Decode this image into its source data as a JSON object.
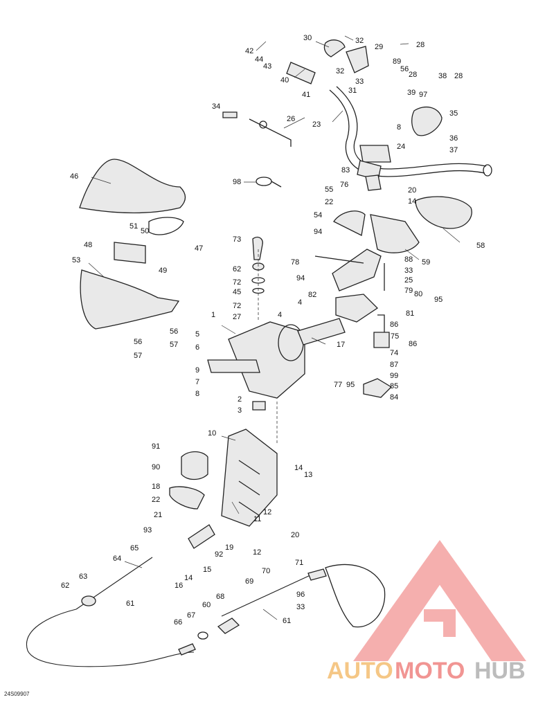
{
  "figure_code": "24S09907",
  "watermark": {
    "text_auto": "AUTO",
    "text_moto": "MOTO",
    "text_hub": "HUB",
    "colors": {
      "triangle": "#f08a88",
      "auto": "#f4c27a",
      "moto": "#f08a88",
      "hub": "#b5b5b5"
    }
  },
  "callouts": [
    {
      "id": "c30",
      "text": "30"
    },
    {
      "id": "c32a",
      "text": "32"
    },
    {
      "id": "c29",
      "text": "29"
    },
    {
      "id": "c28a",
      "text": "28"
    },
    {
      "id": "c42",
      "text": "42"
    },
    {
      "id": "c44",
      "text": "44"
    },
    {
      "id": "c43",
      "text": "43"
    },
    {
      "id": "c32b",
      "text": "32"
    },
    {
      "id": "c89",
      "text": "89"
    },
    {
      "id": "c56a",
      "text": "56"
    },
    {
      "id": "c28b",
      "text": "28"
    },
    {
      "id": "c38",
      "text": "38"
    },
    {
      "id": "c28c",
      "text": "28"
    },
    {
      "id": "c40",
      "text": "40"
    },
    {
      "id": "c33a",
      "text": "33"
    },
    {
      "id": "c31",
      "text": "31"
    },
    {
      "id": "c41",
      "text": "41"
    },
    {
      "id": "c39",
      "text": "39"
    },
    {
      "id": "c97",
      "text": "97"
    },
    {
      "id": "c34",
      "text": "34"
    },
    {
      "id": "c35",
      "text": "35"
    },
    {
      "id": "c26",
      "text": "26"
    },
    {
      "id": "c23",
      "text": "23"
    },
    {
      "id": "c8a",
      "text": "8"
    },
    {
      "id": "c36",
      "text": "36"
    },
    {
      "id": "c24",
      "text": "24"
    },
    {
      "id": "c37",
      "text": "37"
    },
    {
      "id": "c83",
      "text": "83"
    },
    {
      "id": "c46",
      "text": "46"
    },
    {
      "id": "c98",
      "text": "98"
    },
    {
      "id": "c76",
      "text": "76"
    },
    {
      "id": "c55",
      "text": "55"
    },
    {
      "id": "c20a",
      "text": "20"
    },
    {
      "id": "c22a",
      "text": "22"
    },
    {
      "id": "c14a",
      "text": "14"
    },
    {
      "id": "c54",
      "text": "54"
    },
    {
      "id": "c51",
      "text": "51"
    },
    {
      "id": "c50",
      "text": "50"
    },
    {
      "id": "c47",
      "text": "47"
    },
    {
      "id": "c58",
      "text": "58"
    },
    {
      "id": "c94a",
      "text": "94"
    },
    {
      "id": "c73",
      "text": "73"
    },
    {
      "id": "c48",
      "text": "48"
    },
    {
      "id": "c49",
      "text": "49"
    },
    {
      "id": "c88",
      "text": "88"
    },
    {
      "id": "c59",
      "text": "59"
    },
    {
      "id": "c78",
      "text": "78"
    },
    {
      "id": "c53",
      "text": "53"
    },
    {
      "id": "c62",
      "text": "62"
    },
    {
      "id": "c33b",
      "text": "33"
    },
    {
      "id": "c94b",
      "text": "94"
    },
    {
      "id": "c25",
      "text": "25"
    },
    {
      "id": "c72a",
      "text": "72"
    },
    {
      "id": "c82",
      "text": "82"
    },
    {
      "id": "c45",
      "text": "45"
    },
    {
      "id": "c79",
      "text": "79"
    },
    {
      "id": "c80",
      "text": "80"
    },
    {
      "id": "c95a",
      "text": "95"
    },
    {
      "id": "c72b",
      "text": "72"
    },
    {
      "id": "c4a",
      "text": "4"
    },
    {
      "id": "c81",
      "text": "81"
    },
    {
      "id": "c27",
      "text": "27"
    },
    {
      "id": "c1",
      "text": "1"
    },
    {
      "id": "c4b",
      "text": "4"
    },
    {
      "id": "c86a",
      "text": "86"
    },
    {
      "id": "c56b",
      "text": "56"
    },
    {
      "id": "c75",
      "text": "75"
    },
    {
      "id": "c5",
      "text": "5"
    },
    {
      "id": "c56c",
      "text": "56"
    },
    {
      "id": "c57a",
      "text": "57"
    },
    {
      "id": "c17",
      "text": "17"
    },
    {
      "id": "c86b",
      "text": "86"
    },
    {
      "id": "c6",
      "text": "6"
    },
    {
      "id": "c57b",
      "text": "57"
    },
    {
      "id": "c74",
      "text": "74"
    },
    {
      "id": "c87",
      "text": "87"
    },
    {
      "id": "c9",
      "text": "9"
    },
    {
      "id": "c99",
      "text": "99"
    },
    {
      "id": "c7",
      "text": "7"
    },
    {
      "id": "c77",
      "text": "77"
    },
    {
      "id": "c95b",
      "text": "95"
    },
    {
      "id": "c85",
      "text": "85"
    },
    {
      "id": "c8b",
      "text": "8"
    },
    {
      "id": "c84",
      "text": "84"
    },
    {
      "id": "c2",
      "text": "2"
    },
    {
      "id": "c3",
      "text": "3"
    },
    {
      "id": "c10",
      "text": "10"
    },
    {
      "id": "c91",
      "text": "91"
    },
    {
      "id": "c90",
      "text": "90"
    },
    {
      "id": "c14b",
      "text": "14"
    },
    {
      "id": "c13",
      "text": "13"
    },
    {
      "id": "c18",
      "text": "18"
    },
    {
      "id": "c22b",
      "text": "22"
    },
    {
      "id": "c11",
      "text": "11"
    },
    {
      "id": "c12a",
      "text": "12"
    },
    {
      "id": "c21",
      "text": "21"
    },
    {
      "id": "c93",
      "text": "93"
    },
    {
      "id": "c12b",
      "text": "12"
    },
    {
      "id": "c20b",
      "text": "20"
    },
    {
      "id": "c65",
      "text": "65"
    },
    {
      "id": "c92",
      "text": "92"
    },
    {
      "id": "c19",
      "text": "19"
    },
    {
      "id": "c64",
      "text": "64"
    },
    {
      "id": "c15",
      "text": "15"
    },
    {
      "id": "c71",
      "text": "71"
    },
    {
      "id": "c14c",
      "text": "14"
    },
    {
      "id": "c70",
      "text": "70"
    },
    {
      "id": "c63",
      "text": "63"
    },
    {
      "id": "c16",
      "text": "16"
    },
    {
      "id": "c69",
      "text": "69"
    },
    {
      "id": "c96",
      "text": "96"
    },
    {
      "id": "c62b",
      "text": "62"
    },
    {
      "id": "c61a",
      "text": "61"
    },
    {
      "id": "c68",
      "text": "68"
    },
    {
      "id": "c60",
      "text": "60"
    },
    {
      "id": "c33c",
      "text": "33"
    },
    {
      "id": "c61b",
      "text": "61"
    },
    {
      "id": "c66",
      "text": "66"
    },
    {
      "id": "c67",
      "text": "67"
    }
  ]
}
